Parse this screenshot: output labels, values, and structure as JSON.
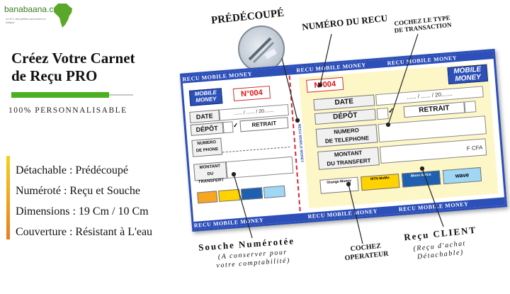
{
  "logo": {
    "name": "banabaana",
    "tld": ".com",
    "tagline": "Le N°1 des petites annonces en Afrique"
  },
  "headline": {
    "line1": "Créez Votre Carnet",
    "line2": "de Reçu PRO"
  },
  "subheading": "100% PERSONNALISABLE",
  "features": [
    "Détachable : Prédécoupé",
    "Numéroté : Reçu et Souche",
    "Dimensions : 19 Cm / 10 Cm",
    "Couverture : Résistant à L'eau"
  ],
  "callouts": {
    "predecoupe": "PRÉDÉCOUPÉ",
    "numero": "NUMÉRO DU RECU",
    "cochez_type_1": "COCHEZ LE TYPE",
    "cochez_type_2": "DE TRANSACTION",
    "souche": "Souche Numérotée",
    "souche_sub_1": "(A conserver pour",
    "souche_sub_2": "votre comptabilité)",
    "cochez_op_1": "COCHEZ",
    "cochez_op_2": "OPERATEUR",
    "recu_client": "Reçu CLIENT",
    "recu_sub_1": "(Reçu d'achat",
    "recu_sub_2": "Détachable)"
  },
  "receipt": {
    "band": "RECU MOBILE MONEY",
    "logo_1": "MOBILE",
    "logo_2": "MONEY",
    "number": "N°004",
    "date_label": "DATE",
    "date_value": "...... / ...... / 20.......",
    "depot": "DÉPÔT",
    "retrait": "RETRAIT",
    "numero_tel_1": "NUMERO",
    "numero_tel_2": "DE TELEPHONE",
    "stub_tel_1": "NUMERO",
    "stub_tel_2": "DE PHONE",
    "montant_1": "MONTANT",
    "montant_2": "DU TRANSFERT",
    "currency": "F CFA",
    "check": "✓",
    "operators": [
      "Orange Money",
      "MTN MoMo",
      "Moov Africa",
      "wave"
    ]
  },
  "colors": {
    "green": "#4caf1f",
    "blue": "#2c4fb8",
    "red": "#d11111",
    "yellow": "#fdf7c8"
  }
}
